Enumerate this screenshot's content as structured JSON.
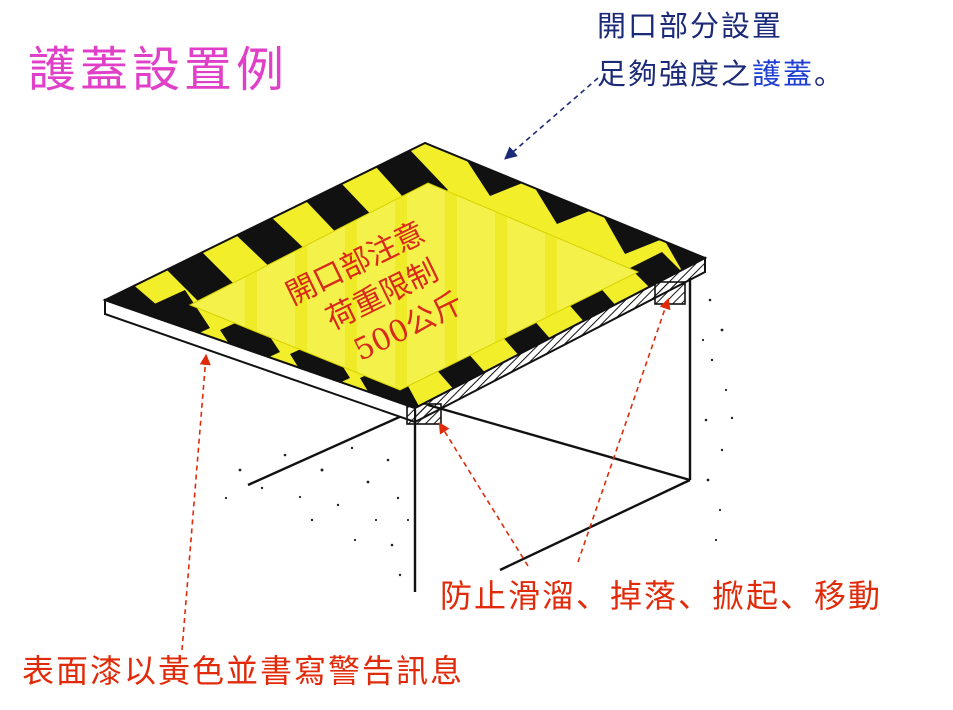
{
  "title": "護蓋設置例",
  "callouts": {
    "top_line1": "開口部分設置",
    "top_line2_prefix": "足夠強度之",
    "top_line2_highlight": "護蓋",
    "top_line2_suffix": "。",
    "right": "防止滑溜、掉落、掀起、移動",
    "bottom": "表面漆以黃色並書寫警告訊息"
  },
  "cover_label": {
    "line1": "開口部注意",
    "line2": "荷重限制",
    "line3": "500公斤"
  },
  "colors": {
    "title": "#e040c8",
    "top_note": "#1b2a78",
    "top_note_highlight": "#1f3fd0",
    "warning_text": "#e02a0a",
    "cover_yellow": "#f2ee2a",
    "cover_stripe_black": "#111111",
    "arrow_blue": "#1b2a78",
    "arrow_red": "#e02a0a"
  },
  "icons": {
    "cover": "hazard-striped-cover-plate",
    "opening": "floor-opening-pit"
  }
}
